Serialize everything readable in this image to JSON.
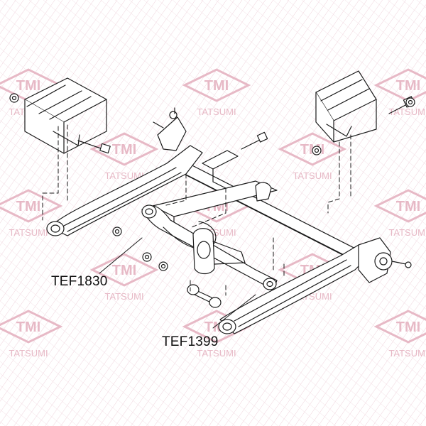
{
  "watermark": {
    "logo_text": "TMI",
    "brand_text": "TATSUMI",
    "color": "#e7b9c6"
  },
  "diagram": {
    "part_labels": [
      "TEF1830",
      "TEF1399"
    ],
    "line_color": "#1a1a1a"
  }
}
